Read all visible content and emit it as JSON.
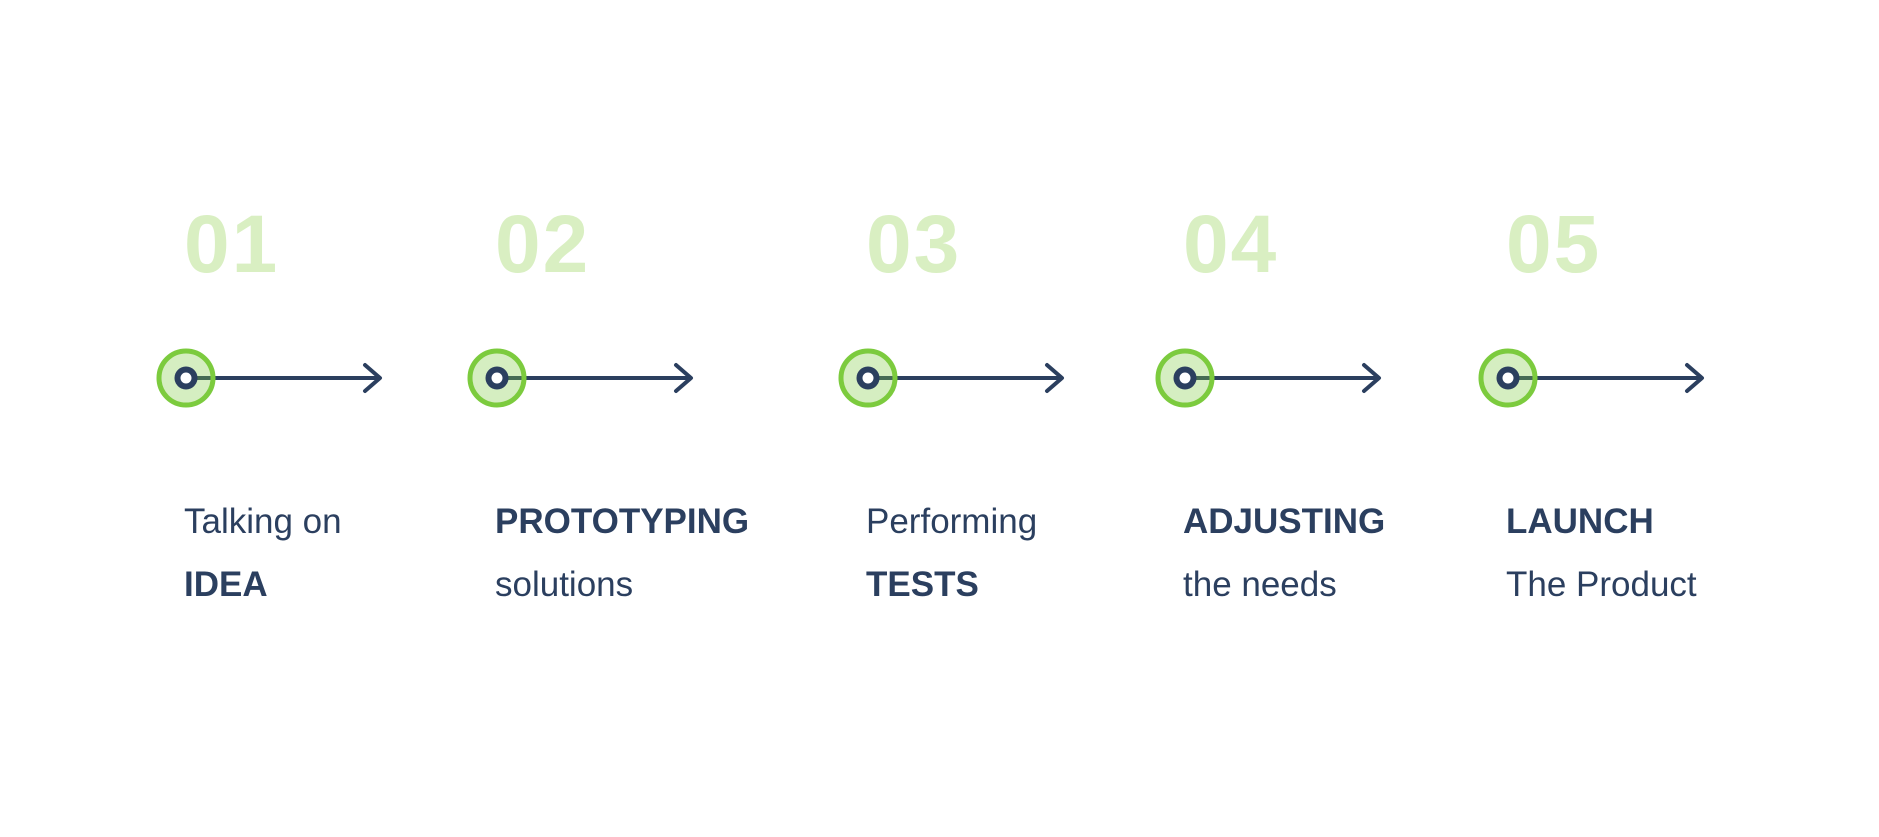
{
  "diagram": {
    "title": "product-process-timeline",
    "colors": {
      "accent_green": "#7ccb3e",
      "pale_number_green": "#d9efc2",
      "navy_text": "#2b3f5f"
    },
    "steps": [
      {
        "number": "01",
        "line1": "Talking on",
        "line2": "IDEA"
      },
      {
        "number": "02",
        "line1": "PROTOTYPING",
        "line2": "solutions"
      },
      {
        "number": "03",
        "line1": "Performing",
        "line2": "TESTS"
      },
      {
        "number": "04",
        "line1": "ADJUSTING",
        "line2": "the needs"
      },
      {
        "number": "05",
        "line1": "LAUNCH",
        "line2": "The Product"
      }
    ]
  }
}
